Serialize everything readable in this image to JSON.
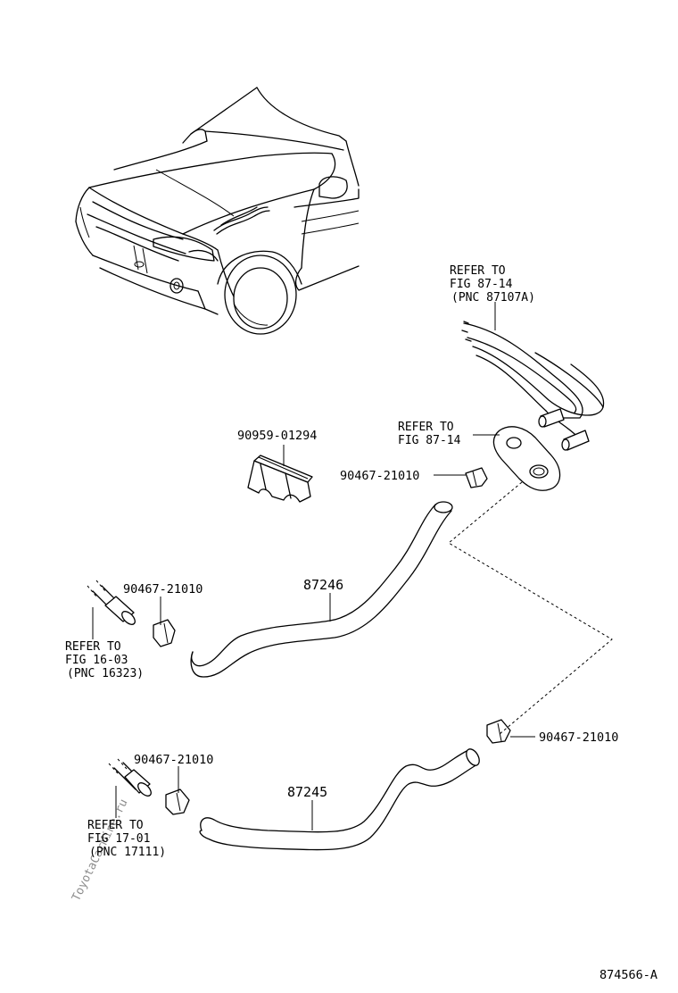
{
  "watermark": "ToyotaCarMine.ru",
  "figure_code": "874566-A",
  "labels": {
    "ref_87107a": {
      "l1": "REFER TO",
      "l2": "FIG 87-14",
      "l3": "(PNC 87107A)"
    },
    "ref_8714": {
      "l1": "REFER TO",
      "l2": "FIG 87-14"
    },
    "ref_16323": {
      "l1": "REFER TO",
      "l2": "FIG 16-03",
      "l3": "(PNC 16323)"
    },
    "ref_17111": {
      "l1": "REFER TO",
      "l2": "FIG 17-01",
      "l3": "(PNC 17111)"
    },
    "clamp_top": "90467-21010",
    "clamp_left": "90467-21010",
    "clamp_right": "90467-21010",
    "clamp_bottom": "90467-21010",
    "clip": "90959-01294",
    "hose_upper": "87246",
    "hose_lower": "87245"
  }
}
